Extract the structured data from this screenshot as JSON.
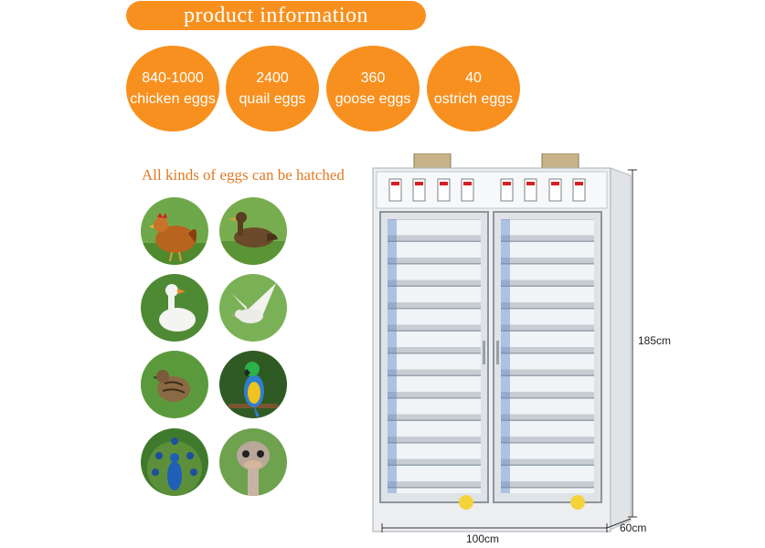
{
  "banner": {
    "title": "product information"
  },
  "capacities": [
    {
      "count": "840-1000",
      "label": "chicken eggs"
    },
    {
      "count": "2400",
      "label": "quail eggs"
    },
    {
      "count": "360",
      "label": "goose eggs"
    },
    {
      "count": "40",
      "label": "ostrich eggs"
    }
  ],
  "tagline": "All kinds of eggs can be hatched",
  "birds": [
    "chicken",
    "duck",
    "goose",
    "pigeon",
    "quail",
    "parrot",
    "peacock",
    "ostrich"
  ],
  "dimensions": {
    "height": "185cm",
    "width": "100cm",
    "depth": "60cm"
  },
  "colors": {
    "accent": "#f7901e",
    "tagline": "#e07b23",
    "grass": "#5d9a3a"
  }
}
